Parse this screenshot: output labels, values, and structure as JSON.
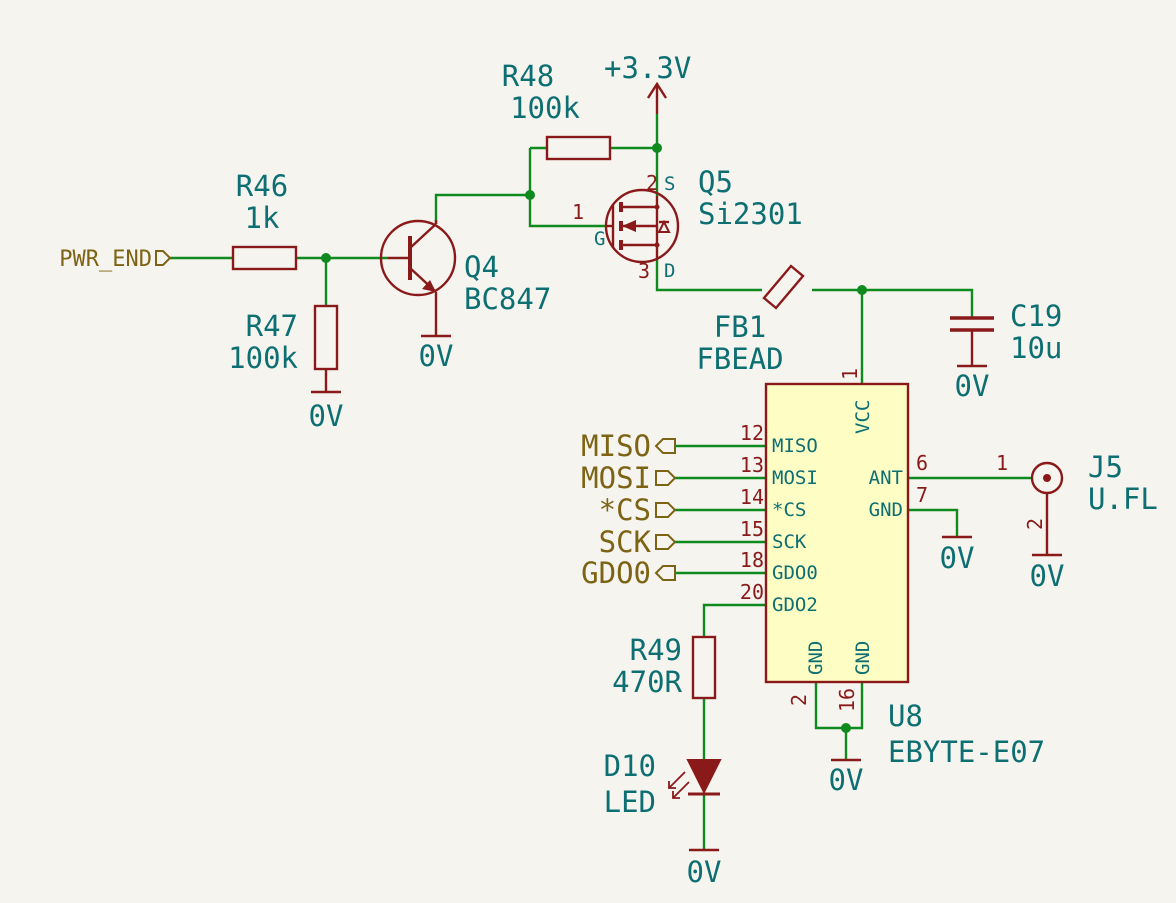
{
  "colors": {
    "background": "#f5f4ef",
    "wire": "#0f8a1f",
    "component": "#8a1a1a",
    "ic_fill": "#fdfdc4",
    "text": "#0e6f73",
    "net_label": "#7d6414"
  },
  "supply": {
    "label": "+3.3V"
  },
  "ground_label": "0V",
  "nets": {
    "pwr_en": "PWR_END",
    "miso": "MISO",
    "mosi": "MOSI",
    "cs": "*CS",
    "sck": "SCK",
    "gdo0": "GDO0"
  },
  "components": {
    "r46": {
      "ref": "R46",
      "value": "1k"
    },
    "r47": {
      "ref": "R47",
      "value": "100k"
    },
    "r48": {
      "ref": "R48",
      "value": "100k"
    },
    "r49": {
      "ref": "R49",
      "value": "470R"
    },
    "q4": {
      "ref": "Q4",
      "value": "BC847"
    },
    "q5": {
      "ref": "Q5",
      "value": "Si2301",
      "pins": {
        "g": "1",
        "s": "2",
        "d": "3"
      },
      "pin_names": {
        "g": "G",
        "s": "S",
        "d": "D"
      }
    },
    "fb1": {
      "ref": "FB1",
      "value": "FBEAD"
    },
    "c19": {
      "ref": "C19",
      "value": "10u"
    },
    "d10": {
      "ref": "D10",
      "value": "LED"
    },
    "j5": {
      "ref": "J5",
      "value": "U.FL",
      "pins": {
        "sig": "1",
        "gnd": "2"
      }
    },
    "u8": {
      "ref": "U8",
      "value": "EBYTE-E07",
      "pins": {
        "vcc": {
          "num": "1",
          "name": "VCC"
        },
        "miso": {
          "num": "12",
          "name": "MISO"
        },
        "mosi": {
          "num": "13",
          "name": "MOSI"
        },
        "cs": {
          "num": "14",
          "name": "*CS"
        },
        "sck": {
          "num": "15",
          "name": "SCK"
        },
        "gdo0": {
          "num": "18",
          "name": "GDO0"
        },
        "gdo2": {
          "num": "20",
          "name": "GDO2"
        },
        "ant": {
          "num": "6",
          "name": "ANT"
        },
        "gnd7": {
          "num": "7",
          "name": "GND"
        },
        "gnd2": {
          "num": "2",
          "name": "GND"
        },
        "gnd16": {
          "num": "16",
          "name": "GND"
        }
      }
    }
  }
}
